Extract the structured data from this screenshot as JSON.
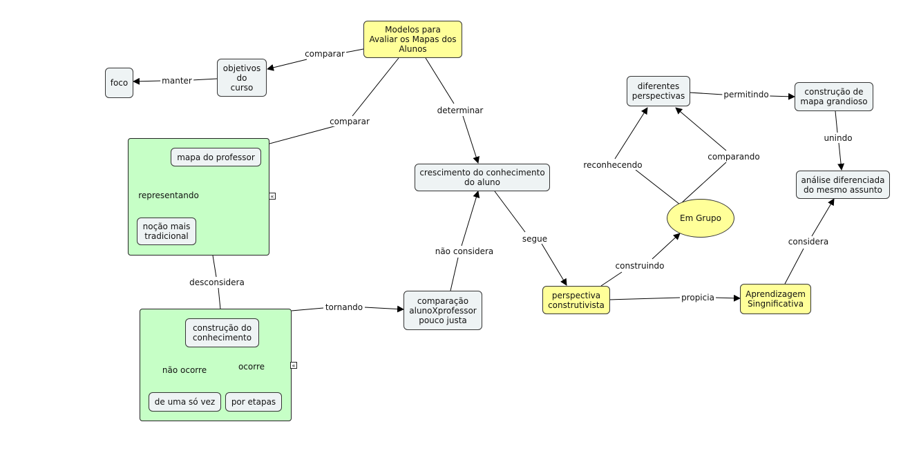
{
  "nodes": {
    "modelos": "Modelos para\nAvaliar os Mapas dos\nAlunos",
    "objetivos": "objetivos\ndo\ncurso",
    "foco": "foco",
    "mapa_professor": "mapa do professor",
    "nocao": "noção mais\ntradicional",
    "crescimento": "crescimento do conhecimento\ndo aluno",
    "construcao": "construção do\nconhecimento",
    "uma_so_vez": "de uma só vez",
    "por_etapas": "por etapas",
    "comparacao": "comparação\nalunoXprofessor\npouco justa",
    "perspectiva": "perspectiva\nconstrutivista",
    "diferentes": "diferentes\nperspectivas",
    "em_grupo": "Em Grupo",
    "construcao_mapa": "construção de\nmapa grandioso",
    "analise": "análise diferenciada\ndo mesmo assunto",
    "aprendizagem": "Aprendizagem\nSingnificativa"
  },
  "edge_labels": {
    "comparar_1": "comparar",
    "manter": "manter",
    "comparar_2": "comparar",
    "determinar": "determinar",
    "representando": "representando",
    "desconsidera": "desconsidera",
    "nao_ocorre": "não ocorre",
    "ocorre": "ocorre",
    "tornando": "tornando",
    "nao_considera": "não considera",
    "segue": "segue",
    "construindo": "construindo",
    "propicia": "propicia",
    "reconhecendo": "reconhecendo",
    "comparando": "comparando",
    "permitindo": "permitindo",
    "unindo": "unindo",
    "considera": "considera"
  },
  "colors": {
    "concept_fill": "#eef3f4",
    "highlight_fill": "#ffff99",
    "group_fill": "#c6ffc6"
  },
  "icons": {
    "collapse": "double-chevron-left-icon"
  }
}
